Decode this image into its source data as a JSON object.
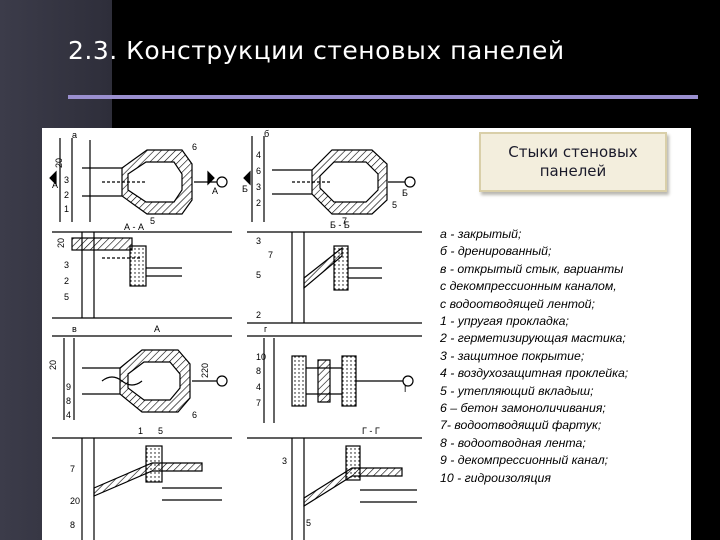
{
  "slide": {
    "title": "2.3. Конструкции стеновых панелей"
  },
  "caption": {
    "line1": "Стыки стеновых",
    "line2": "панелей"
  },
  "legend": [
    "а - закрытый;",
    "б - дренированный;",
    "в - открытый стык, варианты",
    "с декомпрессионным каналом,",
    "с водоотводящей лентой;",
    "1 - упругая прокладка;",
    "2 - герметизирующая мастика;",
    "3 - защитное покрытие;",
    "4 - воздухозащитная проклейка;",
    "5 - утепляющий вкладыш;",
    "6 – бетон замоноличивания;",
    "7- водоотводящий фартук;",
    "8 - водоотводная лента;",
    "9 - декомпрессионный канал;",
    "10 - гидроизоляция"
  ],
  "drawing": {
    "view_letters": [
      "а",
      "б",
      "в",
      "г"
    ],
    "section_labels": [
      "А - А",
      "Б - Б",
      "Г - Г"
    ],
    "marks": [
      "А",
      "Б",
      "Г"
    ],
    "dimensions": [
      "20",
      "220"
    ],
    "callouts": [
      "1",
      "2",
      "3",
      "4",
      "5",
      "6",
      "7",
      "8",
      "9",
      "10"
    ]
  },
  "colors": {
    "background": "#000000",
    "side_band": "#34343f",
    "title_rule": "#9a8fcf",
    "caption_fill": "#f3eedd"
  }
}
